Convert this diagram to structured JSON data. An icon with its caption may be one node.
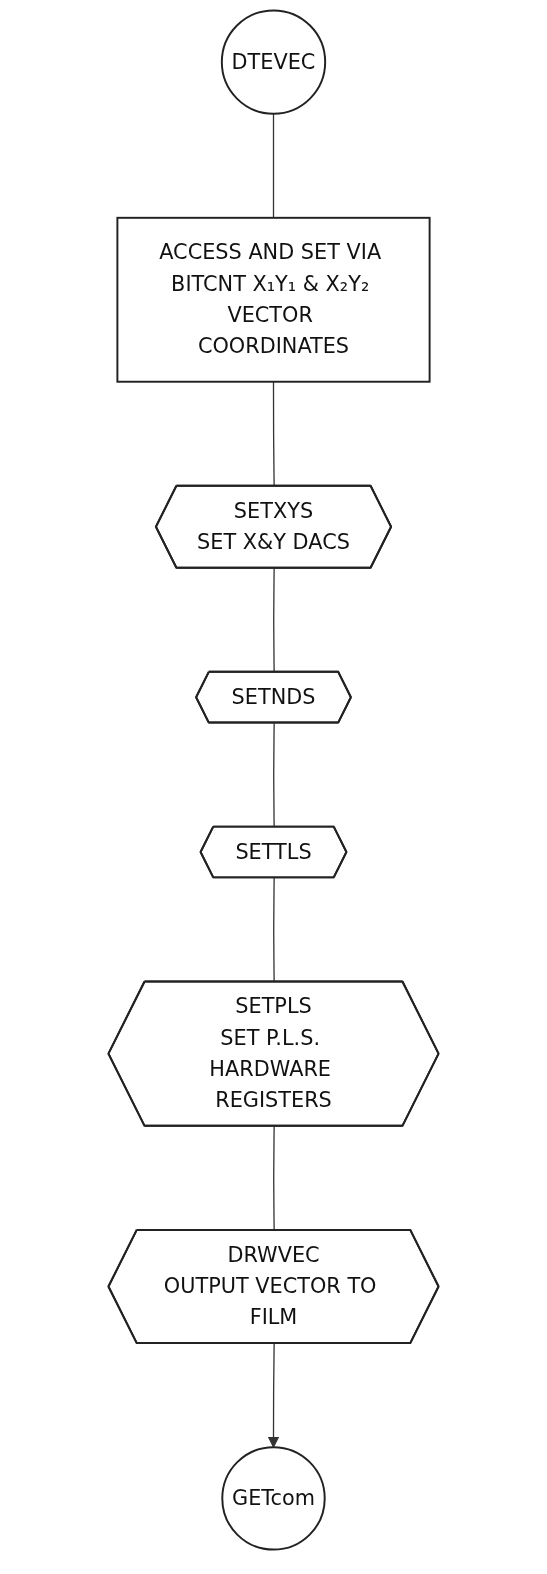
{
  "diagram": {
    "nodes": [
      {
        "text": [
          "DTEVEC"
        ]
      },
      {
        "text": [
          "ACCESS AND SET VIA BITCNT X₁Y₁ & X₂Y₂ VECTOR COORDINATES"
        ]
      },
      {
        "text": [
          "SETXYS",
          "SET X&Y DACS"
        ]
      },
      {
        "text": [
          "SETNDS"
        ]
      },
      {
        "text": [
          "SETTLS"
        ]
      },
      {
        "text": [
          "SETPLS",
          "SET P.L.S. HARDWARE REGISTERS"
        ]
      },
      {
        "text": [
          "DRWVEC",
          "OUTPUT VECTOR TO FILM"
        ]
      },
      {
        "text": [
          "GETcom"
        ]
      }
    ],
    "edges": [
      {
        "from": 0,
        "to": 1,
        "arrow": "none"
      },
      {
        "from": 1,
        "to": 2,
        "arrow": "none"
      },
      {
        "from": 2,
        "to": 3,
        "arrow": "none"
      },
      {
        "from": 3,
        "to": 4,
        "arrow": "none"
      },
      {
        "from": 4,
        "to": 5,
        "arrow": "none"
      },
      {
        "from": 5,
        "to": 6,
        "arrow": "none"
      },
      {
        "from": 6,
        "to": 7,
        "arrow": "to"
      }
    ]
  }
}
